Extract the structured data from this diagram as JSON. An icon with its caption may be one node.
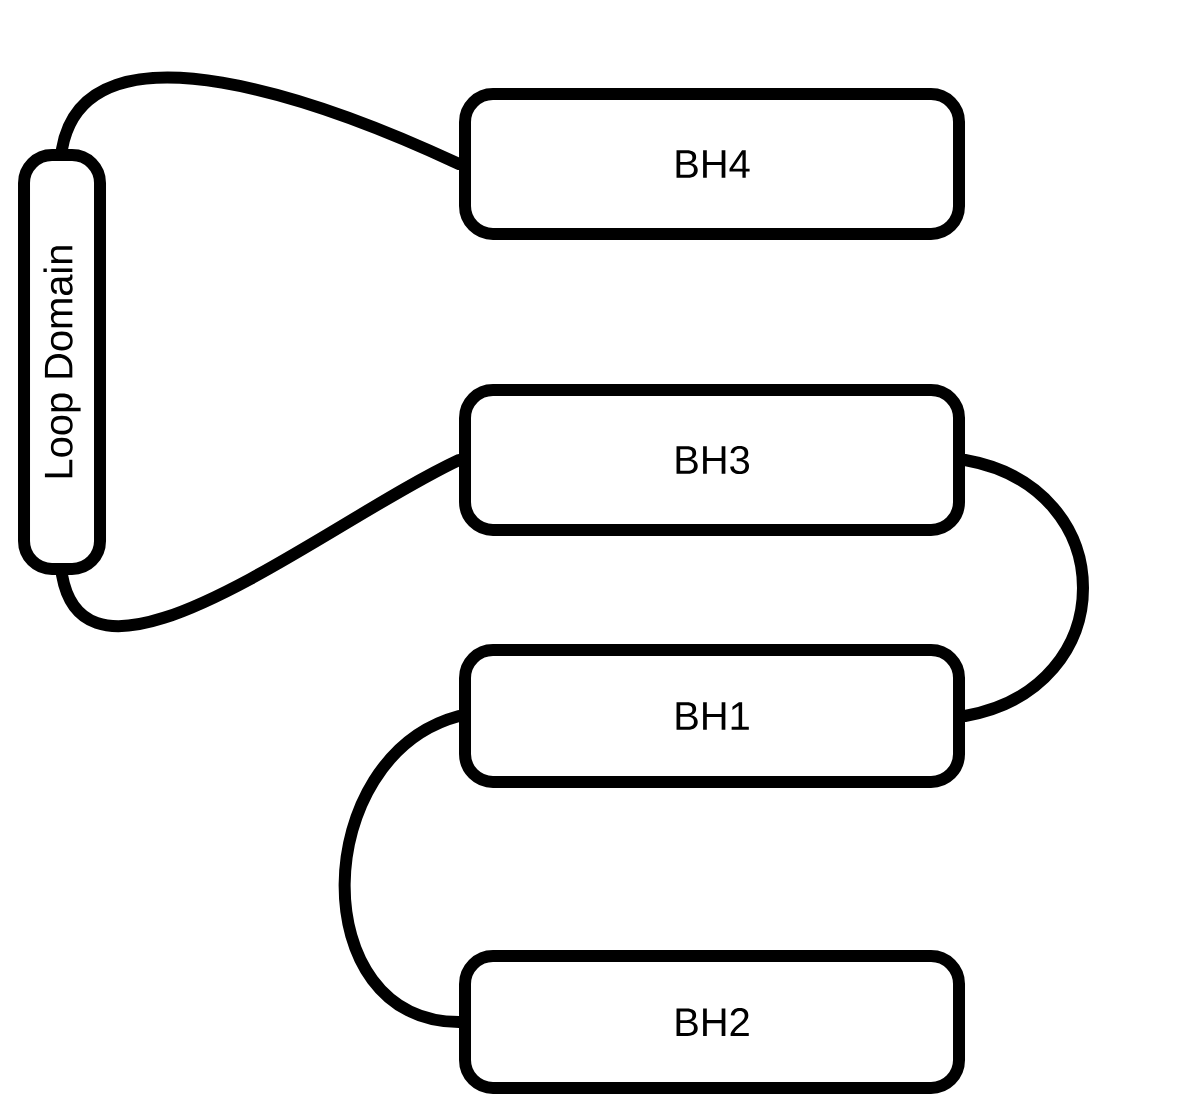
{
  "diagram": {
    "nodes": [
      {
        "text": [
          "Loop Domain"
        ]
      },
      {
        "text": [
          "BH4"
        ]
      },
      {
        "text": [
          "BH3"
        ]
      },
      {
        "text": [
          "BH1"
        ]
      },
      {
        "text": [
          "BH2"
        ]
      }
    ],
    "edges": [
      {
        "from": 0,
        "to": 1,
        "arrow": "none"
      },
      {
        "from": 0,
        "to": 2,
        "arrow": "none"
      },
      {
        "from": 2,
        "to": 3,
        "arrow": "none"
      },
      {
        "from": 3,
        "to": 4,
        "arrow": "none"
      }
    ]
  }
}
